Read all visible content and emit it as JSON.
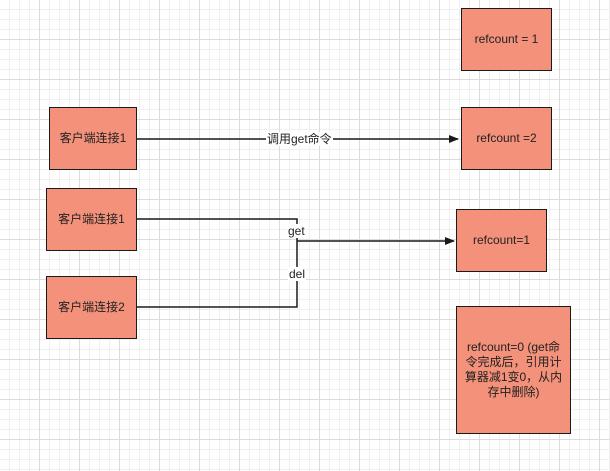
{
  "nodes": {
    "ref1": "refcount = 1",
    "ref2": "refcount =2",
    "client1_top": "客户端连接1",
    "client1_mid": "客户端连接1",
    "client2": "客户端连接2",
    "ref3": "refcount=1",
    "ref0": "refcount=0 (get命令完成后，引用计算器减1变0，从内存中删除)"
  },
  "edges": {
    "call_get": "调用get命令",
    "get": "get",
    "del": "del"
  },
  "colors": {
    "box_fill": "#f4917a",
    "stroke": "#1a1a1a"
  }
}
